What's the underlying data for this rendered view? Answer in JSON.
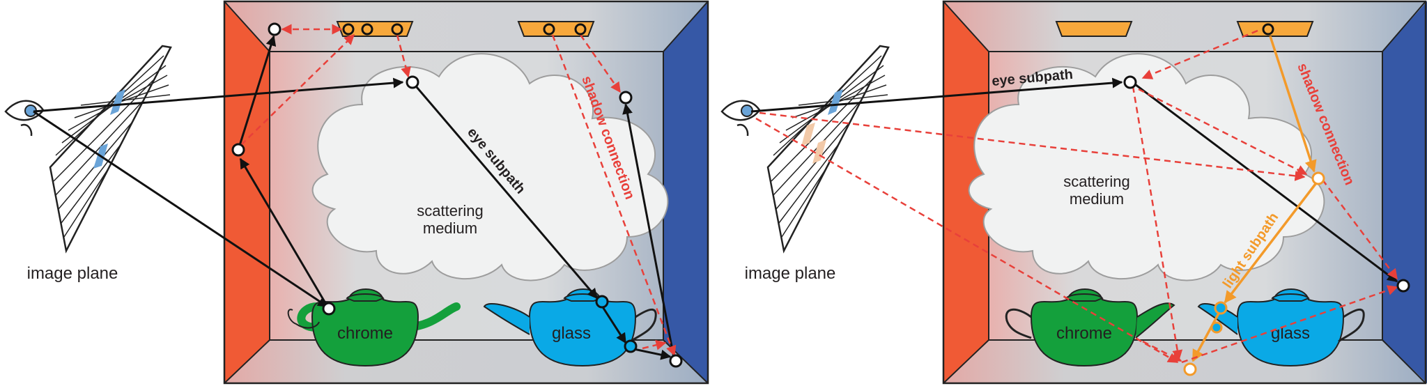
{
  "left_panel": {
    "image_plane_label": "image plane",
    "medium_label_line1": "scattering",
    "medium_label_line2": "medium",
    "eye_subpath_label": "eye subpath",
    "shadow_connection_label": "shadow connection",
    "teapot_left_label": "chrome",
    "teapot_right_label": "glass"
  },
  "right_panel": {
    "image_plane_label": "image plane",
    "medium_label_line1": "scattering",
    "medium_label_line2": "medium",
    "eye_subpath_label": "eye subpath",
    "shadow_connection_label": "shadow connection",
    "light_subpath_label": "light subpath",
    "teapot_left_label": "chrome",
    "teapot_right_label": "glass"
  },
  "colors": {
    "left_wall": "#f05a35",
    "right_wall": "#3658a6",
    "light_fixture": "#f7a83c",
    "chrome_teapot": "#14a03c",
    "glass_teapot": "#0aa9e6",
    "eye_path": "#111111",
    "shadow_connection": "#e8403a",
    "light_path": "#f39a2a",
    "medium_fill": "#f1f2f2",
    "medium_outline": "#9d9d9d"
  }
}
